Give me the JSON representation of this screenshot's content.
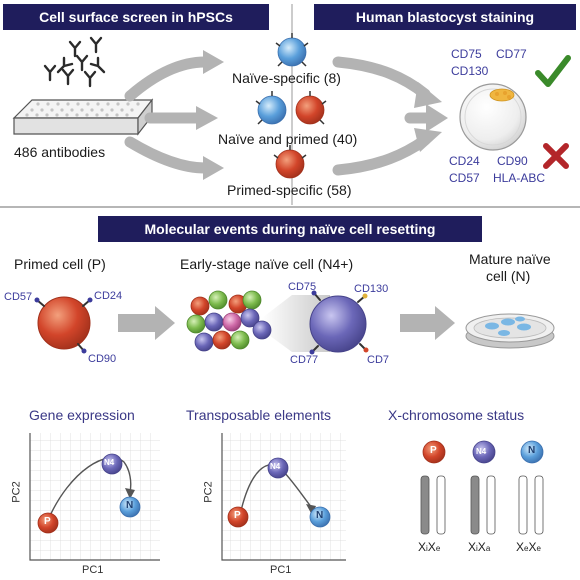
{
  "banners": {
    "screen": "Cell surface screen in hPSCs",
    "blastocyst": "Human blastocyst staining",
    "events": "Molecular events during naïve cell resetting"
  },
  "screen": {
    "antibody_count": "486 antibodies",
    "naive_specific": "Naïve-specific (8)",
    "naive_and_primed": "Naïve and primed (40)",
    "primed_specific": "Primed-specific (58)"
  },
  "blastocyst": {
    "positive_markers": [
      "CD75",
      "CD77",
      "CD130"
    ],
    "negative_markers": [
      "CD24",
      "CD90",
      "CD57",
      "HLA-ABC"
    ]
  },
  "resetting": {
    "primed_title": "Primed cell (P)",
    "primed_markers": [
      "CD57",
      "CD24",
      "CD90"
    ],
    "early_title": "Early-stage naïve cell (N4+)",
    "early_markers": [
      "CD75",
      "CD130",
      "CD77",
      "CD7"
    ],
    "mature_title_1": "Mature naïve",
    "mature_title_2": "cell (N)"
  },
  "panels": {
    "gene_title": "Gene expression",
    "te_title": "Transposable elements",
    "x_title": "X-chromosome status",
    "axis_x": "PC1",
    "axis_y": "PC2",
    "node_p": "P",
    "node_n4": "N4",
    "node_n": "N",
    "x_labels": [
      {
        "a": "X",
        "a_sub": "i",
        "b": "X",
        "b_sub": "e"
      },
      {
        "a": "X",
        "a_sub": "i",
        "b": "X",
        "b_sub": "a"
      },
      {
        "a": "X",
        "a_sub": "e",
        "b": "X",
        "b_sub": "e"
      }
    ]
  },
  "colors": {
    "banner": "#1f1d5c",
    "marker_text": "#3c3c9c",
    "primed": "#d2452a",
    "naive_blue": "#5a9fdb",
    "n4_purple": "#6b67b8",
    "check": "#3a8a2a",
    "cross": "#b3262a"
  }
}
